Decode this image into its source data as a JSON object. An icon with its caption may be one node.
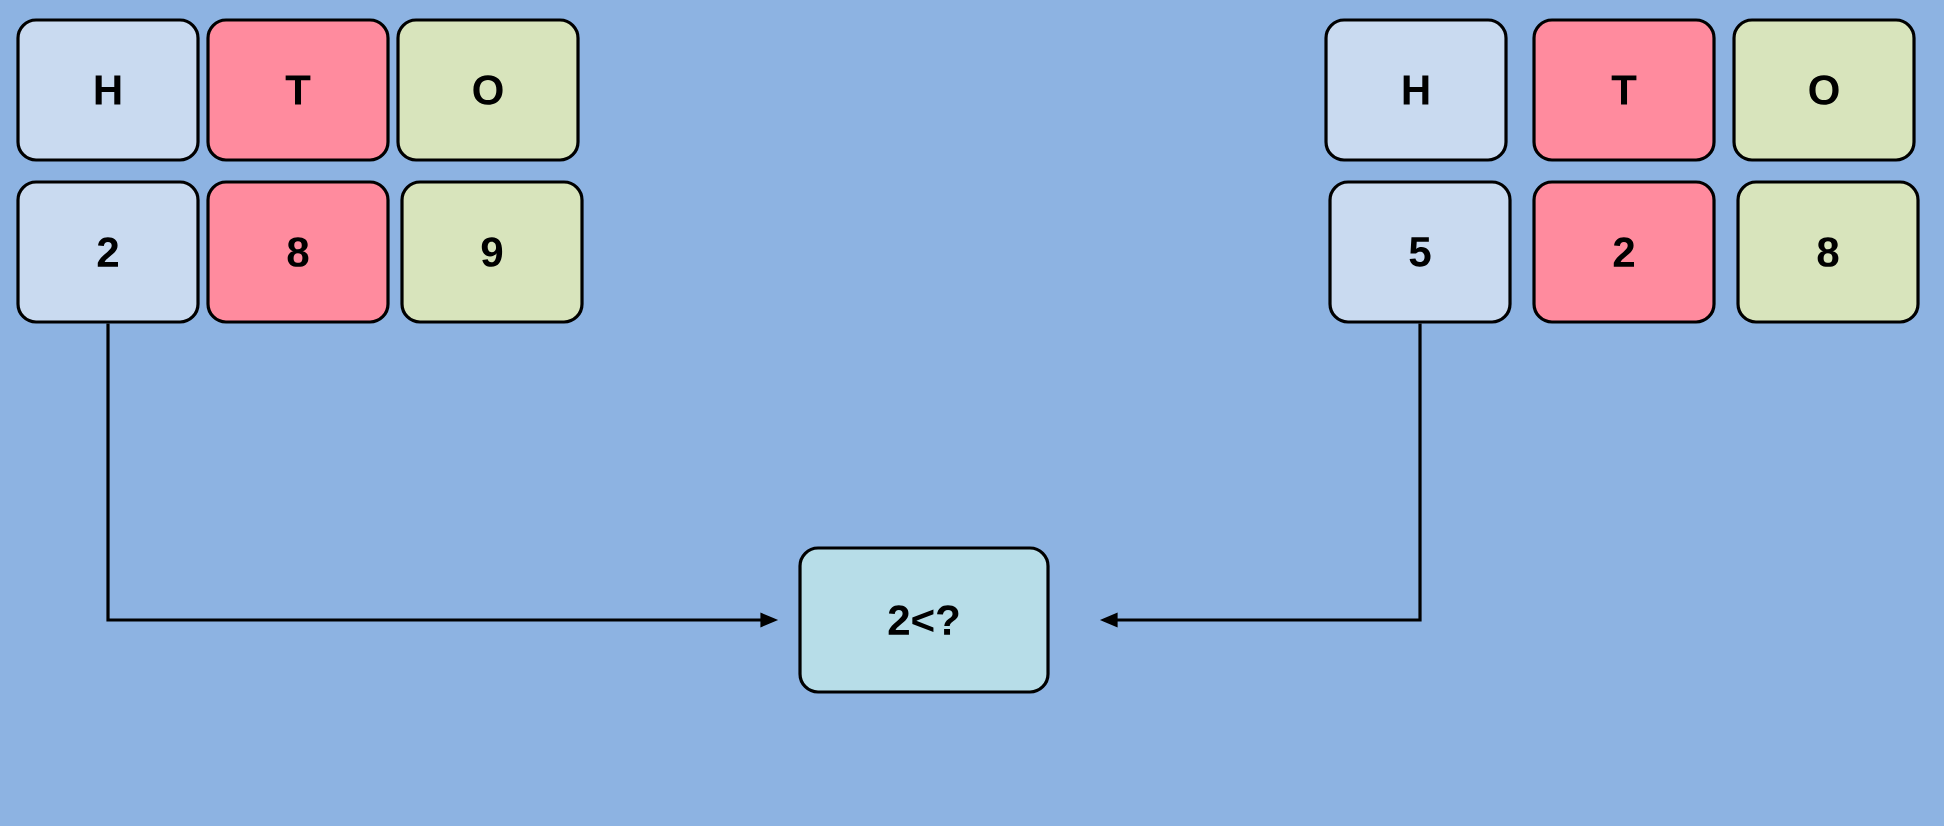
{
  "diagram": {
    "nodes": [
      {
        "text": [
          "H"
        ]
      },
      {
        "text": [
          "T"
        ]
      },
      {
        "text": [
          "O"
        ]
      },
      {
        "text": [
          "2"
        ]
      },
      {
        "text": [
          "8"
        ]
      },
      {
        "text": [
          "9"
        ]
      },
      {
        "text": [
          "H"
        ]
      },
      {
        "text": [
          "T"
        ]
      },
      {
        "text": [
          "O"
        ]
      },
      {
        "text": [
          "5"
        ]
      },
      {
        "text": [
          "2"
        ]
      },
      {
        "text": [
          "8"
        ]
      },
      {
        "text": [
          "2<?"
        ]
      }
    ],
    "edges": [
      {
        "from": 3,
        "to": 12,
        "arrow": "to"
      },
      {
        "from": 9,
        "to": 12,
        "arrow": "to"
      }
    ]
  }
}
